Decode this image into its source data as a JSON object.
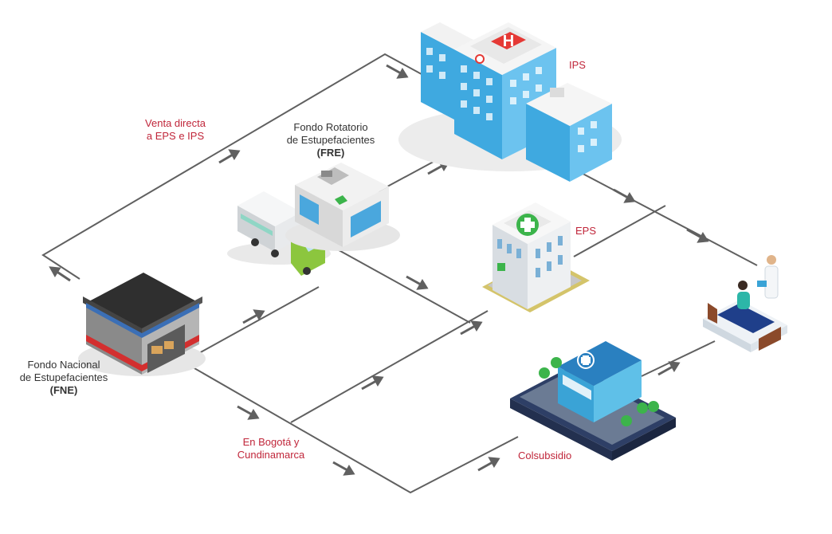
{
  "nodes": {
    "fne": {
      "line1": "Fondo Nacional",
      "line2": "de Estupefacientes",
      "abbr": "(FNE)"
    },
    "fre": {
      "line1": "Fondo Rotatorio",
      "line2": "de Estupefacientes",
      "abbr": "(FRE)"
    },
    "ips": {
      "label": "IPS"
    },
    "eps": {
      "label": "EPS"
    },
    "colsubsidio": {
      "label": "Colsubsidio"
    }
  },
  "routes": {
    "direct_sale": {
      "line1": "Venta directa",
      "line2": "a EPS e IPS"
    },
    "bogota": {
      "line1": "En Bogotá y",
      "line2": "Cundinamarca"
    }
  },
  "colors": {
    "line": "#606060",
    "label_red": "#c0263a",
    "label_dark": "#333333",
    "building_blue": "#3fa9e0",
    "green_cross": "#3cb44b",
    "hospital_red": "#e53935",
    "warehouse_dark": "#3a3a3a"
  }
}
